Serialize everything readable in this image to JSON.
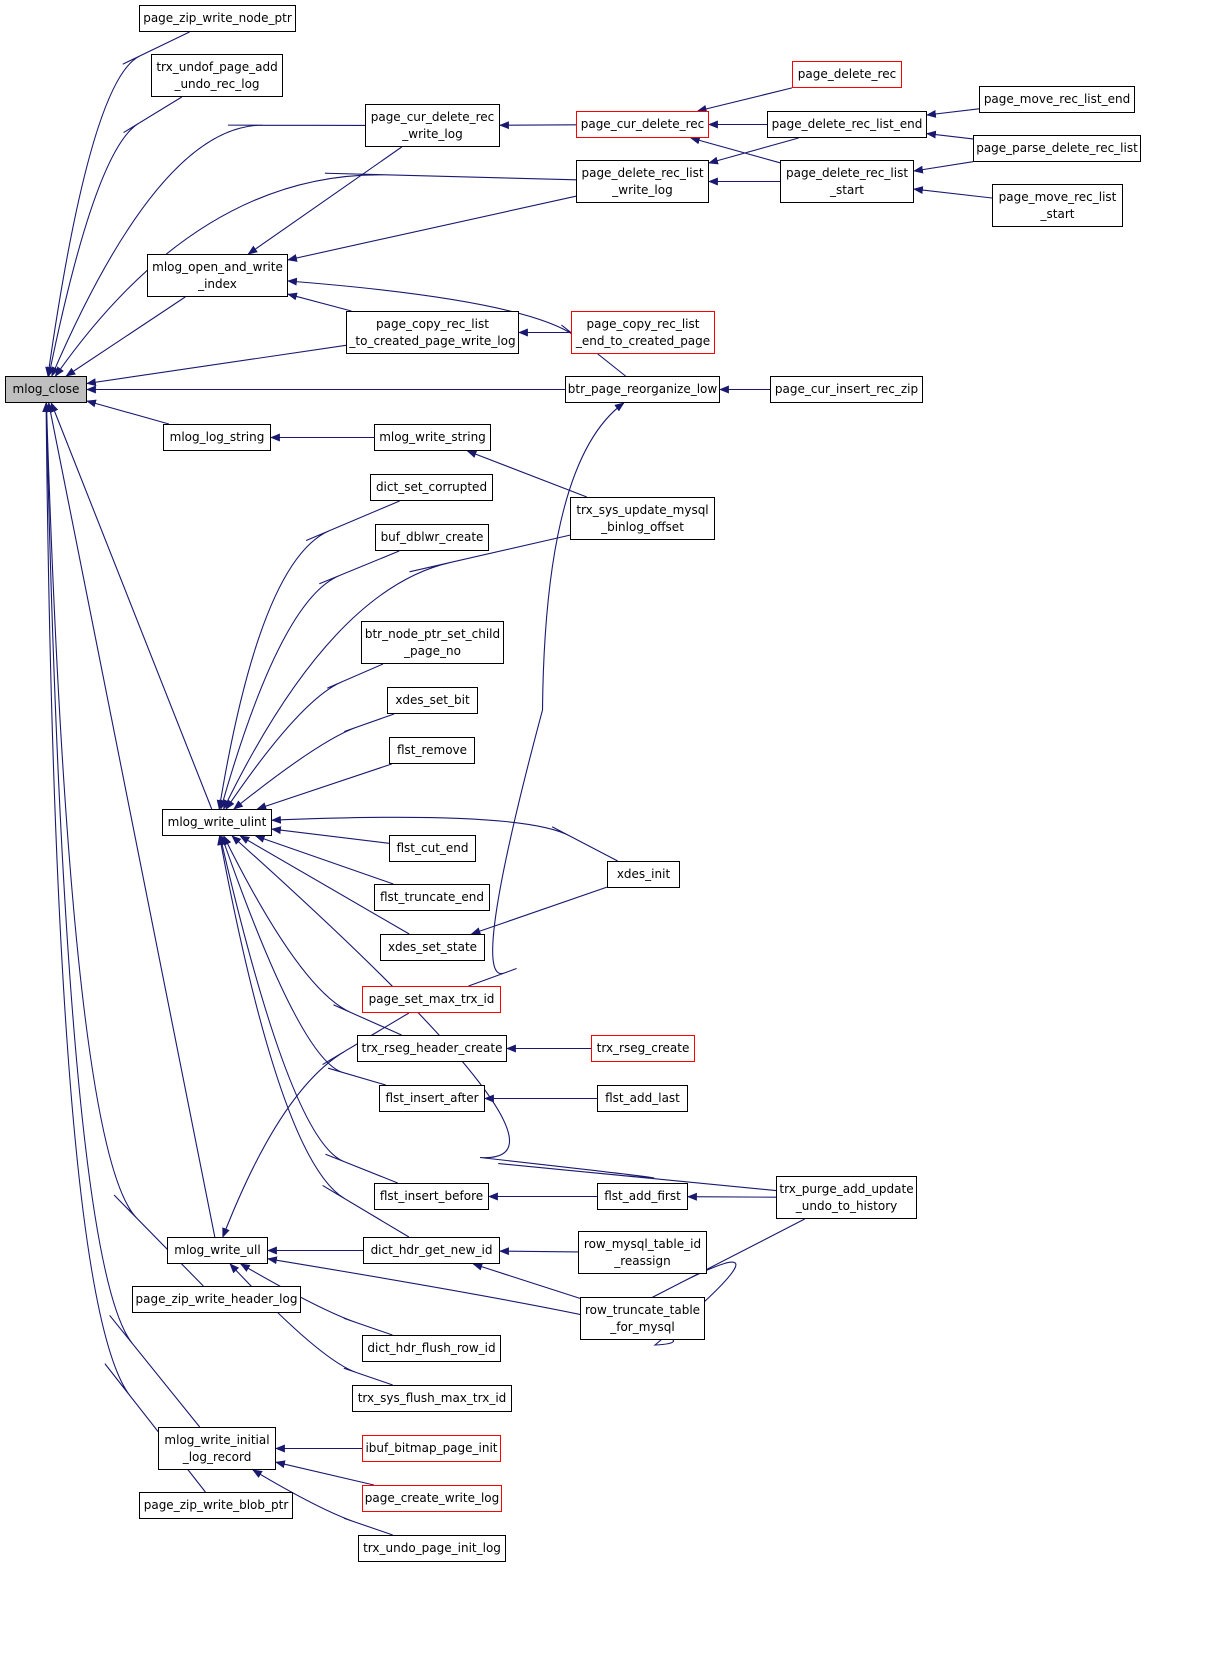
{
  "graph": {
    "colors": {
      "edge": "#191970",
      "node_border": "#000000",
      "highlight_border": "#ff0000",
      "root_fill": "#bfbfbf"
    },
    "nodes": {
      "mlog_close": {
        "label": "mlog_close",
        "style": "root"
      },
      "page_zip_write_node_ptr": {
        "label": "page_zip_write_node_ptr"
      },
      "trx_undof_page_add_undo_rec_log": {
        "label": "trx_undof_page_add\n_undo_rec_log"
      },
      "mlog_open_and_write_index": {
        "label": "mlog_open_and_write\n_index"
      },
      "mlog_log_string": {
        "label": "mlog_log_string"
      },
      "mlog_write_ulint": {
        "label": "mlog_write_ulint"
      },
      "mlog_write_ull": {
        "label": "mlog_write_ull"
      },
      "page_zip_write_header_log": {
        "label": "page_zip_write_header_log"
      },
      "mlog_write_initial_log_record": {
        "label": "mlog_write_initial\n_log_record"
      },
      "page_zip_write_blob_ptr": {
        "label": "page_zip_write_blob_ptr"
      },
      "page_cur_delete_rec_write_log": {
        "label": "page_cur_delete_rec\n_write_log"
      },
      "page_copy_rec_list_to_created_page_write_log": {
        "label": "page_copy_rec_list\n_to_created_page_write_log"
      },
      "mlog_write_string": {
        "label": "mlog_write_string"
      },
      "dict_set_corrupted": {
        "label": "dict_set_corrupted"
      },
      "buf_dblwr_create": {
        "label": "buf_dblwr_create"
      },
      "btr_node_ptr_set_child_page_no": {
        "label": "btr_node_ptr_set_child\n_page_no"
      },
      "xdes_set_bit": {
        "label": "xdes_set_bit"
      },
      "flst_remove": {
        "label": "flst_remove"
      },
      "flst_cut_end": {
        "label": "flst_cut_end"
      },
      "flst_truncate_end": {
        "label": "flst_truncate_end"
      },
      "xdes_set_state": {
        "label": "xdes_set_state"
      },
      "page_set_max_trx_id": {
        "label": "page_set_max_trx_id",
        "style": "red"
      },
      "trx_rseg_header_create": {
        "label": "trx_rseg_header_create"
      },
      "flst_insert_after": {
        "label": "flst_insert_after"
      },
      "flst_insert_before": {
        "label": "flst_insert_before"
      },
      "dict_hdr_get_new_id": {
        "label": "dict_hdr_get_new_id"
      },
      "dict_hdr_flush_row_id": {
        "label": "dict_hdr_flush_row_id"
      },
      "trx_sys_flush_max_trx_id": {
        "label": "trx_sys_flush_max_trx_id"
      },
      "ibuf_bitmap_page_init": {
        "label": "ibuf_bitmap_page_init",
        "style": "red"
      },
      "page_create_write_log": {
        "label": "page_create_write_log",
        "style": "red"
      },
      "trx_undo_page_init_log": {
        "label": "trx_undo_page_init_log"
      },
      "page_cur_delete_rec": {
        "label": "page_cur_delete_rec",
        "style": "red"
      },
      "page_delete_rec_list_write_log": {
        "label": "page_delete_rec_list\n_write_log"
      },
      "page_copy_rec_list_end_to_created_page": {
        "label": "page_copy_rec_list\n_end_to_created_page",
        "style": "red"
      },
      "btr_page_reorganize_low": {
        "label": "btr_page_reorganize_low"
      },
      "trx_sys_update_mysql_binlog_offset": {
        "label": "trx_sys_update_mysql\n_binlog_offset"
      },
      "xdes_init": {
        "label": "xdes_init"
      },
      "trx_rseg_create": {
        "label": "trx_rseg_create",
        "style": "red"
      },
      "flst_add_last": {
        "label": "flst_add_last"
      },
      "flst_add_first": {
        "label": "flst_add_first"
      },
      "row_mysql_table_id_reassign": {
        "label": "row_mysql_table_id\n_reassign"
      },
      "row_truncate_table_for_mysql": {
        "label": "row_truncate_table\n_for_mysql"
      },
      "page_delete_rec": {
        "label": "page_delete_rec",
        "style": "red"
      },
      "page_delete_rec_list_end": {
        "label": "page_delete_rec_list_end"
      },
      "page_delete_rec_list_start": {
        "label": "page_delete_rec_list\n_start"
      },
      "page_cur_insert_rec_zip": {
        "label": "page_cur_insert_rec_zip"
      },
      "trx_purge_add_update_undo_to_history": {
        "label": "trx_purge_add_update\n_undo_to_history"
      },
      "page_move_rec_list_end": {
        "label": "page_move_rec_list_end"
      },
      "page_parse_delete_rec_list": {
        "label": "page_parse_delete_rec_list"
      },
      "page_move_rec_list_start": {
        "label": "page_move_rec_list\n_start"
      }
    },
    "edges": [
      [
        "page_zip_write_node_ptr",
        "mlog_close"
      ],
      [
        "trx_undof_page_add_undo_rec_log",
        "mlog_close"
      ],
      [
        "page_cur_delete_rec_write_log",
        "mlog_close"
      ],
      [
        "page_delete_rec_list_write_log",
        "mlog_close"
      ],
      [
        "mlog_open_and_write_index",
        "mlog_close"
      ],
      [
        "page_copy_rec_list_to_created_page_write_log",
        "mlog_close"
      ],
      [
        "btr_page_reorganize_low",
        "mlog_close"
      ],
      [
        "mlog_log_string",
        "mlog_close"
      ],
      [
        "mlog_write_ulint",
        "mlog_close"
      ],
      [
        "mlog_write_ull",
        "mlog_close"
      ],
      [
        "page_zip_write_header_log",
        "mlog_close"
      ],
      [
        "mlog_write_initial_log_record",
        "mlog_close"
      ],
      [
        "page_zip_write_blob_ptr",
        "mlog_close"
      ],
      [
        "page_cur_delete_rec",
        "page_cur_delete_rec_write_log"
      ],
      [
        "page_delete_rec",
        "page_cur_delete_rec"
      ],
      [
        "page_delete_rec_list_end",
        "page_cur_delete_rec"
      ],
      [
        "page_delete_rec_list_start",
        "page_cur_delete_rec"
      ],
      [
        "page_move_rec_list_end",
        "page_delete_rec_list_end"
      ],
      [
        "page_parse_delete_rec_list",
        "page_delete_rec_list_end"
      ],
      [
        "page_parse_delete_rec_list",
        "page_delete_rec_list_start"
      ],
      [
        "page_move_rec_list_start",
        "page_delete_rec_list_start"
      ],
      [
        "page_delete_rec_list_end",
        "page_delete_rec_list_write_log"
      ],
      [
        "page_delete_rec_list_start",
        "page_delete_rec_list_write_log"
      ],
      [
        "page_cur_delete_rec_write_log",
        "mlog_open_and_write_index"
      ],
      [
        "page_delete_rec_list_write_log",
        "mlog_open_and_write_index"
      ],
      [
        "page_copy_rec_list_to_created_page_write_log",
        "mlog_open_and_write_index"
      ],
      [
        "btr_page_reorganize_low",
        "mlog_open_and_write_index"
      ],
      [
        "page_copy_rec_list_end_to_created_page",
        "page_copy_rec_list_to_created_page_write_log"
      ],
      [
        "page_cur_insert_rec_zip",
        "btr_page_reorganize_low"
      ],
      [
        "page_set_max_trx_id",
        "btr_page_reorganize_low"
      ],
      [
        "mlog_write_string",
        "mlog_log_string"
      ],
      [
        "trx_sys_update_mysql_binlog_offset",
        "mlog_write_string"
      ],
      [
        "dict_set_corrupted",
        "mlog_write_ulint"
      ],
      [
        "buf_dblwr_create",
        "mlog_write_ulint"
      ],
      [
        "trx_sys_update_mysql_binlog_offset",
        "mlog_write_ulint"
      ],
      [
        "btr_node_ptr_set_child_page_no",
        "mlog_write_ulint"
      ],
      [
        "xdes_set_bit",
        "mlog_write_ulint"
      ],
      [
        "flst_remove",
        "mlog_write_ulint"
      ],
      [
        "xdes_init",
        "mlog_write_ulint"
      ],
      [
        "flst_cut_end",
        "mlog_write_ulint"
      ],
      [
        "flst_truncate_end",
        "mlog_write_ulint"
      ],
      [
        "xdes_set_state",
        "mlog_write_ulint"
      ],
      [
        "trx_rseg_header_create",
        "mlog_write_ulint"
      ],
      [
        "flst_insert_after",
        "mlog_write_ulint"
      ],
      [
        "trx_purge_add_update_undo_to_history",
        "mlog_write_ulint"
      ],
      [
        "flst_insert_before",
        "mlog_write_ulint"
      ],
      [
        "dict_hdr_get_new_id",
        "mlog_write_ulint"
      ],
      [
        "xdes_init",
        "xdes_set_state"
      ],
      [
        "trx_rseg_create",
        "trx_rseg_header_create"
      ],
      [
        "flst_add_last",
        "flst_insert_after"
      ],
      [
        "flst_add_first",
        "flst_insert_before"
      ],
      [
        "trx_purge_add_update_undo_to_history",
        "flst_add_first"
      ],
      [
        "page_set_max_trx_id",
        "mlog_write_ull"
      ],
      [
        "dict_hdr_get_new_id",
        "mlog_write_ull"
      ],
      [
        "trx_purge_add_update_undo_to_history",
        "mlog_write_ull"
      ],
      [
        "dict_hdr_flush_row_id",
        "mlog_write_ull"
      ],
      [
        "trx_sys_flush_max_trx_id",
        "mlog_write_ull"
      ],
      [
        "row_mysql_table_id_reassign",
        "dict_hdr_get_new_id"
      ],
      [
        "row_truncate_table_for_mysql",
        "dict_hdr_get_new_id"
      ],
      [
        "ibuf_bitmap_page_init",
        "mlog_write_initial_log_record"
      ],
      [
        "page_create_write_log",
        "mlog_write_initial_log_record"
      ],
      [
        "trx_undo_page_init_log",
        "mlog_write_initial_log_record"
      ]
    ]
  }
}
